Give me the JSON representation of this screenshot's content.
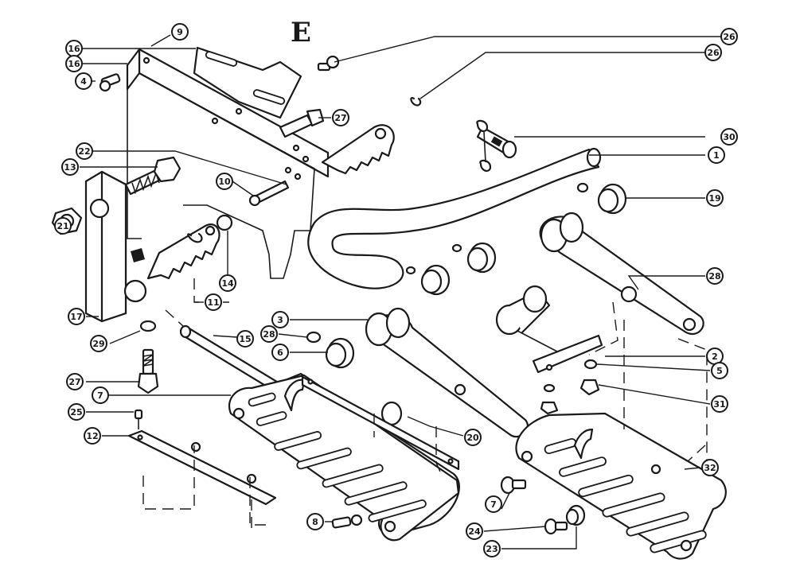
{
  "diagram": {
    "title": "E",
    "callouts": [
      "9",
      "16",
      "16",
      "26",
      "27",
      "22",
      "13",
      "10",
      "21",
      "17",
      "14",
      "11",
      "29",
      "15",
      "27",
      "7",
      "25",
      "12",
      "8",
      "20",
      "3",
      "28",
      "6",
      "26",
      "30",
      "1",
      "19",
      "28",
      "2",
      "5",
      "31",
      "32",
      "7",
      "24",
      "23",
      "4"
    ]
  }
}
